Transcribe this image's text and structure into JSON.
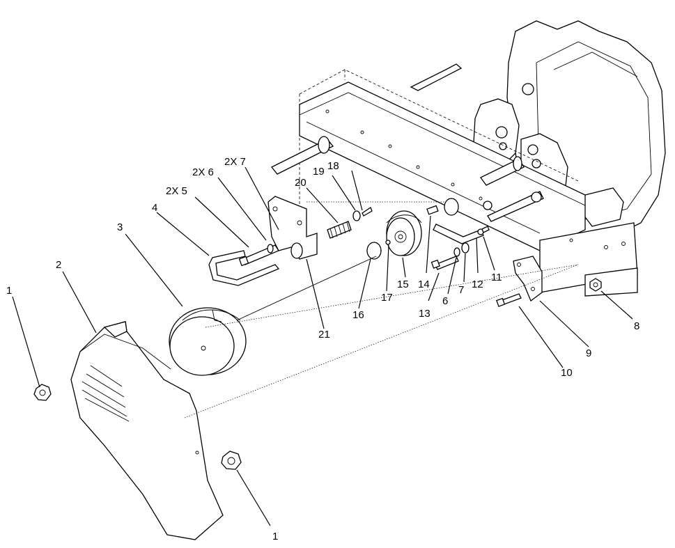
{
  "callouts": [
    {
      "id": "c1a",
      "text": "1"
    },
    {
      "id": "c2",
      "text": "2"
    },
    {
      "id": "c3",
      "text": "3"
    },
    {
      "id": "c4",
      "text": "4"
    },
    {
      "id": "c5",
      "text": "2X 5"
    },
    {
      "id": "c6a",
      "text": "2X 6"
    },
    {
      "id": "c7a",
      "text": "2X 7"
    },
    {
      "id": "c20",
      "text": "20"
    },
    {
      "id": "c19",
      "text": "19"
    },
    {
      "id": "c18",
      "text": "18"
    },
    {
      "id": "c21",
      "text": "21"
    },
    {
      "id": "c16",
      "text": "16"
    },
    {
      "id": "c17",
      "text": "17"
    },
    {
      "id": "c15",
      "text": "15"
    },
    {
      "id": "c14",
      "text": "14"
    },
    {
      "id": "c13",
      "text": "13"
    },
    {
      "id": "c6b",
      "text": "6"
    },
    {
      "id": "c7b",
      "text": "7"
    },
    {
      "id": "c12",
      "text": "12"
    },
    {
      "id": "c11",
      "text": "11"
    },
    {
      "id": "c10",
      "text": "10"
    },
    {
      "id": "c9",
      "text": "9"
    },
    {
      "id": "c8",
      "text": "8"
    },
    {
      "id": "c1b",
      "text": "1"
    }
  ]
}
